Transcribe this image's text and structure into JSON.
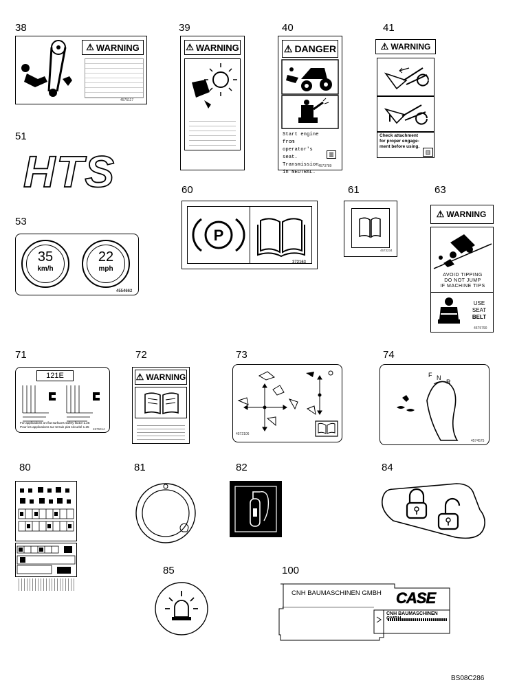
{
  "item_numbers": {
    "n38": "38",
    "n39": "39",
    "n40": "40",
    "n41": "41",
    "n51": "51",
    "n53": "53",
    "n60": "60",
    "n61": "61",
    "n63": "63",
    "n71": "71",
    "n72": "72",
    "n73": "73",
    "n74": "74",
    "n80": "80",
    "n81": "81",
    "n82": "82",
    "n84": "84",
    "n85": "85",
    "n100": "100"
  },
  "d38": {
    "header": "WARNING",
    "code": "4575117"
  },
  "d39": {
    "header": "WARNING"
  },
  "d40": {
    "header": "DANGER",
    "text": "Start engine from operator's seat. Transmission in NEUTRAL.",
    "code": "4573789"
  },
  "d41": {
    "header": "WARNING",
    "text": "Check attachment for proper engage- ment before using."
  },
  "d51": {
    "logo": "HTS"
  },
  "d53": {
    "speed1": "35",
    "unit1": "km/h",
    "speed2": "22",
    "unit2": "mph",
    "code": "4554662"
  },
  "d60": {
    "symbol": "P",
    "code": "372163"
  },
  "d61": {
    "code": "4573234"
  },
  "d63": {
    "header": "WARNING",
    "line1": "AVOID TIPPING",
    "line2": "DO NOT JUMP",
    "line3": "IF MACHINE TIPS",
    "line4": "USE",
    "line5": "SEAT",
    "line6": "BELT",
    "code": "4575790"
  },
  "d71": {
    "model": "121E",
    "footnote1": "For applications on flat surfaces safety factor 1.25",
    "footnote2": "Pour les applications sur terrain plat sécurité 1.25",
    "code": "4575014"
  },
  "d72": {
    "header": "WARNING"
  },
  "d73": {
    "code": "4572106"
  },
  "d74": {
    "f": "F",
    "n": "N",
    "r": "R",
    "code": "4574575"
  },
  "d100": {
    "company": "CNH BAUMASCHINEN GMBH",
    "logo": "CASE",
    "company2": "CNH BAUMASCHINEN GMBH"
  },
  "drawing_code": "BS08C286"
}
